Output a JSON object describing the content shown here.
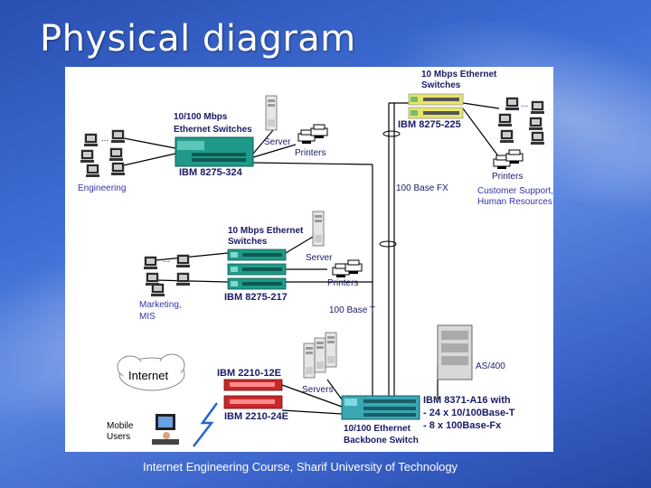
{
  "slide": {
    "title": "Physical diagram",
    "footer": "Internet Engineering Course, Sharif University of Technology"
  },
  "diagram": {
    "engineering": {
      "switch_heading_1": "10/100 Mbps",
      "switch_heading_2": "Ethernet Switches",
      "switch_model": "IBM 8275-324",
      "server": "Server",
      "printers": "Printers",
      "area": "Engineering"
    },
    "support": {
      "switch_heading_1": "10 Mbps Ethernet",
      "switch_heading_2": "Switches",
      "switch_model": "IBM 8275-225",
      "printers": "Printers",
      "area_1": "Customer Support,",
      "area_2": "Human Resources"
    },
    "marketing": {
      "switch_heading_1": "10 Mbps Ethernet",
      "switch_heading_2": "Switches",
      "switch_model": "IBM 8275-217",
      "server": "Server",
      "printers": "Printers",
      "area_1": "Marketing,",
      "area_2": "MIS"
    },
    "links": {
      "fx": "100 Base FX",
      "t": "100 Base T"
    },
    "internet": {
      "cloud": "Internet",
      "router_1": "IBM 2210-12E",
      "router_2": "IBM 2210-24E",
      "mobile_1": "Mobile",
      "mobile_2": "Users"
    },
    "core": {
      "servers": "Servers",
      "as400": "AS/400",
      "backbone_1": "10/100 Ethernet",
      "backbone_2": "Backbone Switch",
      "model": "IBM  8371-A16 with",
      "port_1": "- 24 x 10/100Base-T",
      "port_2": "- 8 x 100Base-Fx"
    },
    "colors": {
      "switch_green": "#1f9a8a",
      "switch_yellow": "#e8e46a",
      "router_red": "#c8282a",
      "backbone_teal": "#3aa7b4",
      "label_blue": "#1a1a66"
    }
  }
}
